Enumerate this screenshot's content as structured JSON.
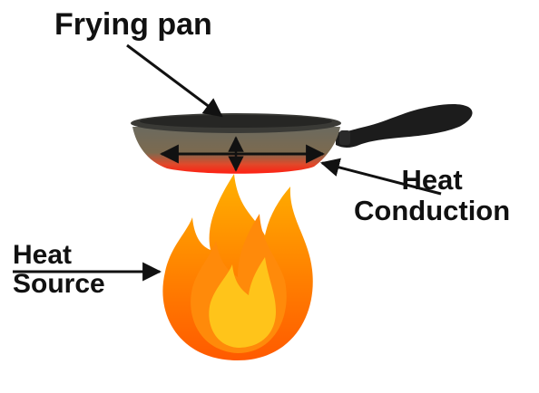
{
  "labels": {
    "frying_pan": "Frying pan",
    "heat_conduction": [
      "Heat",
      "Conduction"
    ],
    "heat_source": [
      "Heat",
      "Source"
    ]
  },
  "colors": {
    "pan_dark": "#2f2f2f",
    "pan_mid": "#5a5a52",
    "pan_hot": "#ff2a1a",
    "handle": "#1c1c1c",
    "flame_outer": "#ff6a00",
    "flame_mid": "#ff9a10",
    "flame_inner": "#ffd21f",
    "arrow": "#111111"
  },
  "icons": {
    "pan": "frying-pan-icon",
    "flame": "flame-icon"
  }
}
